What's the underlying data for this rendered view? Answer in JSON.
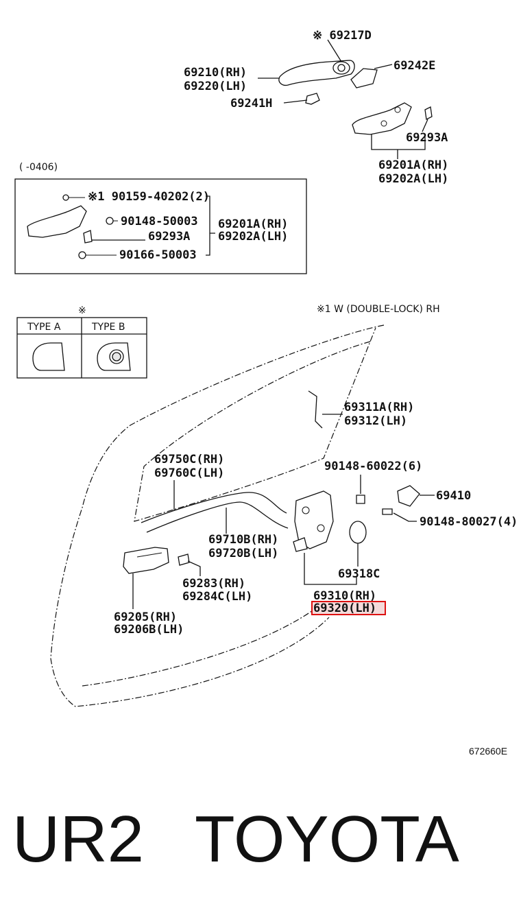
{
  "parts": {
    "p69217D": "※ 69217D",
    "p69210": "69210(RH)",
    "p69220": "69220(LH)",
    "p69242E": "69242E",
    "p69241H": "69241H",
    "p69293A_top": "69293A",
    "p69201A_top": "69201A(RH)",
    "p69202A_top": "69202A(LH)"
  },
  "inset": {
    "range": "(    -0406)",
    "bolt1": "※1  90159-40202(2)",
    "bolt2": "90148-50003",
    "bolt3": "69293A",
    "bolt4": "90166-50003",
    "asm_rh": "69201A(RH)",
    "asm_lh": "69202A(LH)"
  },
  "type_table": {
    "mark": "※",
    "col_a": "TYPE  A",
    "col_b": "TYPE  B"
  },
  "note": "※1  W (DOUBLE-LOCK) RH",
  "door": {
    "p69311A": "69311A(RH)",
    "p69312": "69312(LH)",
    "p90148_60022": "90148-60022(6)",
    "p69410": "69410",
    "p90148_80027": "90148-80027(4)",
    "p69750C": "69750C(RH)",
    "p69760C": "69760C(LH)",
    "p69710B": "69710B(RH)",
    "p69720B": "69720B(LH)",
    "p69318C": "69318C",
    "p69283": "69283(RH)",
    "p69284C": "69284C(LH)",
    "p69310": "69310(RH)",
    "p69320": "69320(LH)",
    "p69205": "69205(RH)",
    "p69206B": "69206B(LH)"
  },
  "figure_ref": "672660E",
  "footer": {
    "code": "UR2",
    "brand": "TOYOTA"
  },
  "colors": {
    "highlight": "#d11111",
    "ink": "#111111"
  }
}
